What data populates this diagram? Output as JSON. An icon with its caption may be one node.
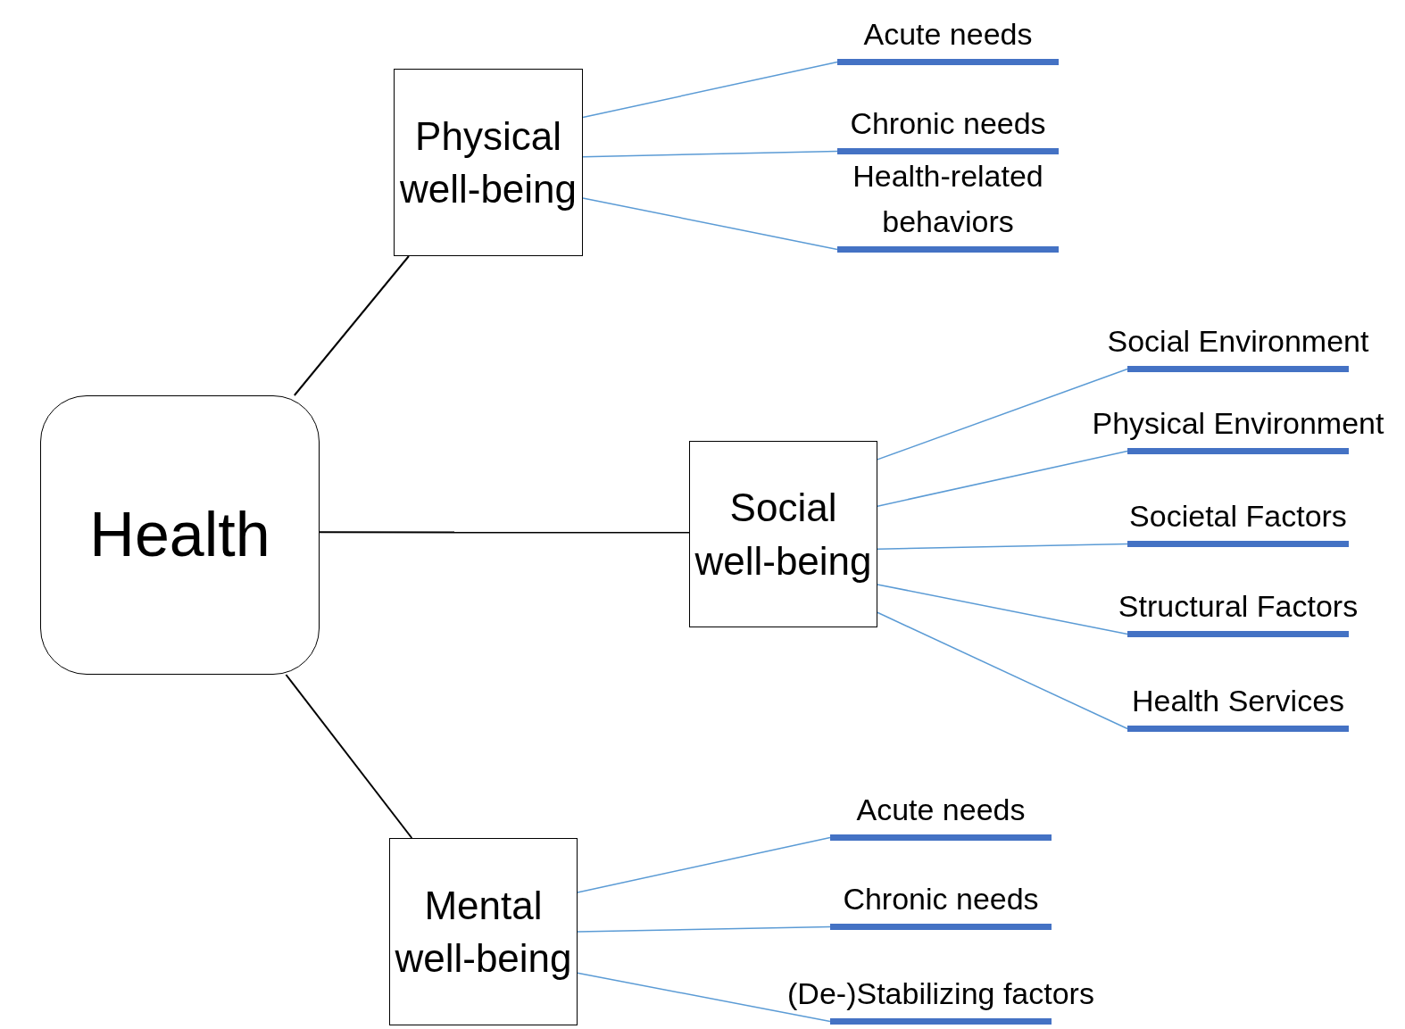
{
  "diagram": {
    "nodes": [
      {
        "text": [
          "Health"
        ]
      },
      {
        "text": [
          "Physical well-being"
        ]
      },
      {
        "text": [
          "Social well-being"
        ]
      },
      {
        "text": [
          "Mental well-being"
        ]
      },
      {
        "text": [
          "Acute needs"
        ]
      },
      {
        "text": [
          "Chronic needs"
        ]
      },
      {
        "text": [
          "Health-related behaviors"
        ]
      },
      {
        "text": [
          "Social Environment"
        ]
      },
      {
        "text": [
          "Physical Environment"
        ]
      },
      {
        "text": [
          "Societal Factors"
        ]
      },
      {
        "text": [
          "Structural Factors"
        ]
      },
      {
        "text": [
          "Health Services"
        ]
      },
      {
        "text": [
          "Acute needs"
        ]
      },
      {
        "text": [
          "Chronic needs"
        ]
      },
      {
        "text": [
          "(De-)Stabilizing factors"
        ]
      }
    ],
    "edges": [
      {
        "from": 0,
        "to": 1,
        "arrow": "none",
        "color": "#000000"
      },
      {
        "from": 0,
        "to": 2,
        "arrow": "none",
        "color": "#000000"
      },
      {
        "from": 0,
        "to": 3,
        "arrow": "none",
        "color": "#000000"
      },
      {
        "from": 1,
        "to": 4,
        "arrow": "none"
      },
      {
        "from": 1,
        "to": 5,
        "arrow": "none"
      },
      {
        "from": 1,
        "to": 6,
        "arrow": "none"
      },
      {
        "from": 2,
        "to": 7,
        "arrow": "none"
      },
      {
        "from": 2,
        "to": 8,
        "arrow": "none"
      },
      {
        "from": 2,
        "to": 9,
        "arrow": "none"
      },
      {
        "from": 2,
        "to": 10,
        "arrow": "none"
      },
      {
        "from": 2,
        "to": 11,
        "arrow": "none"
      },
      {
        "from": 3,
        "to": 12,
        "arrow": "none"
      },
      {
        "from": 3,
        "to": 13,
        "arrow": "none"
      },
      {
        "from": 3,
        "to": 14,
        "arrow": "none"
      }
    ]
  }
}
